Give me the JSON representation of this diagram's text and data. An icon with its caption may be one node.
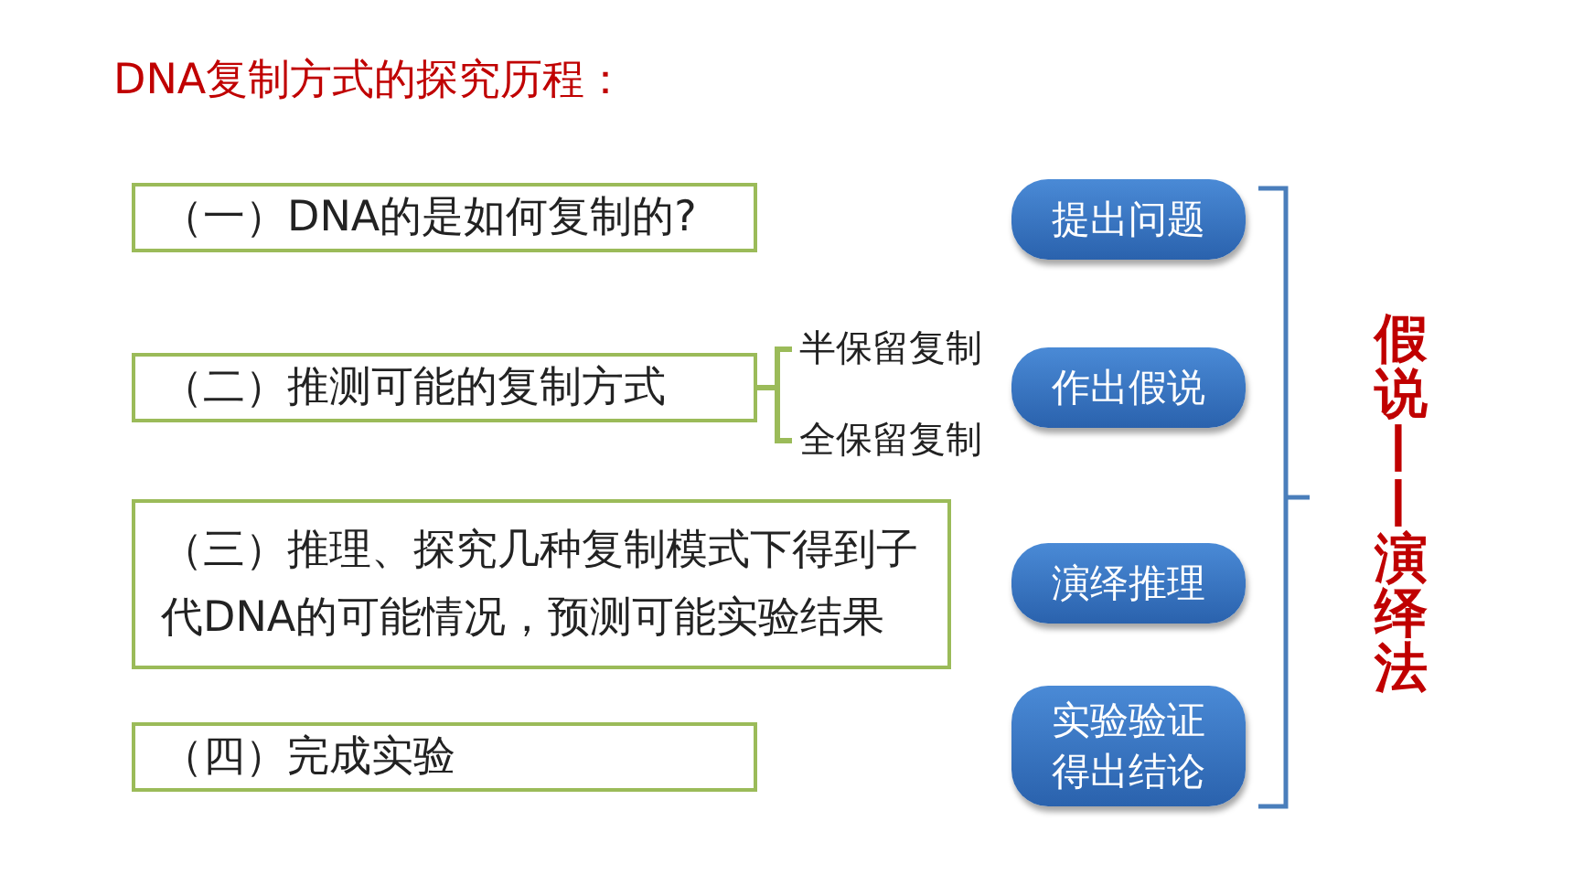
{
  "diagram": {
    "title": "DNA复制方式的探究历程：",
    "nodes": [
      {
        "text": [
          "（一）DNA的是如何复制的?"
        ]
      },
      {
        "text": [
          "（二）推测可能的复制方式"
        ]
      },
      {
        "text": [
          "（三）推理、探究几种复制模式下得到子代DNA的可能情况，预测可能实验结果"
        ]
      },
      {
        "text": [
          "（四）完成实验"
        ]
      },
      {
        "text": [
          "半保留复制"
        ]
      },
      {
        "text": [
          "全保留复制"
        ]
      },
      {
        "text": [
          "提出问题"
        ]
      },
      {
        "text": [
          "作出假说"
        ]
      },
      {
        "text": [
          "演绎推理"
        ]
      },
      {
        "text": [
          "实验验证得出结论"
        ]
      }
    ],
    "edges": [
      {
        "from": 1,
        "to": 4,
        "arrow": "none"
      },
      {
        "from": 1,
        "to": 5,
        "arrow": "none"
      }
    ],
    "labels": [
      "假说——演绎法"
    ]
  }
}
